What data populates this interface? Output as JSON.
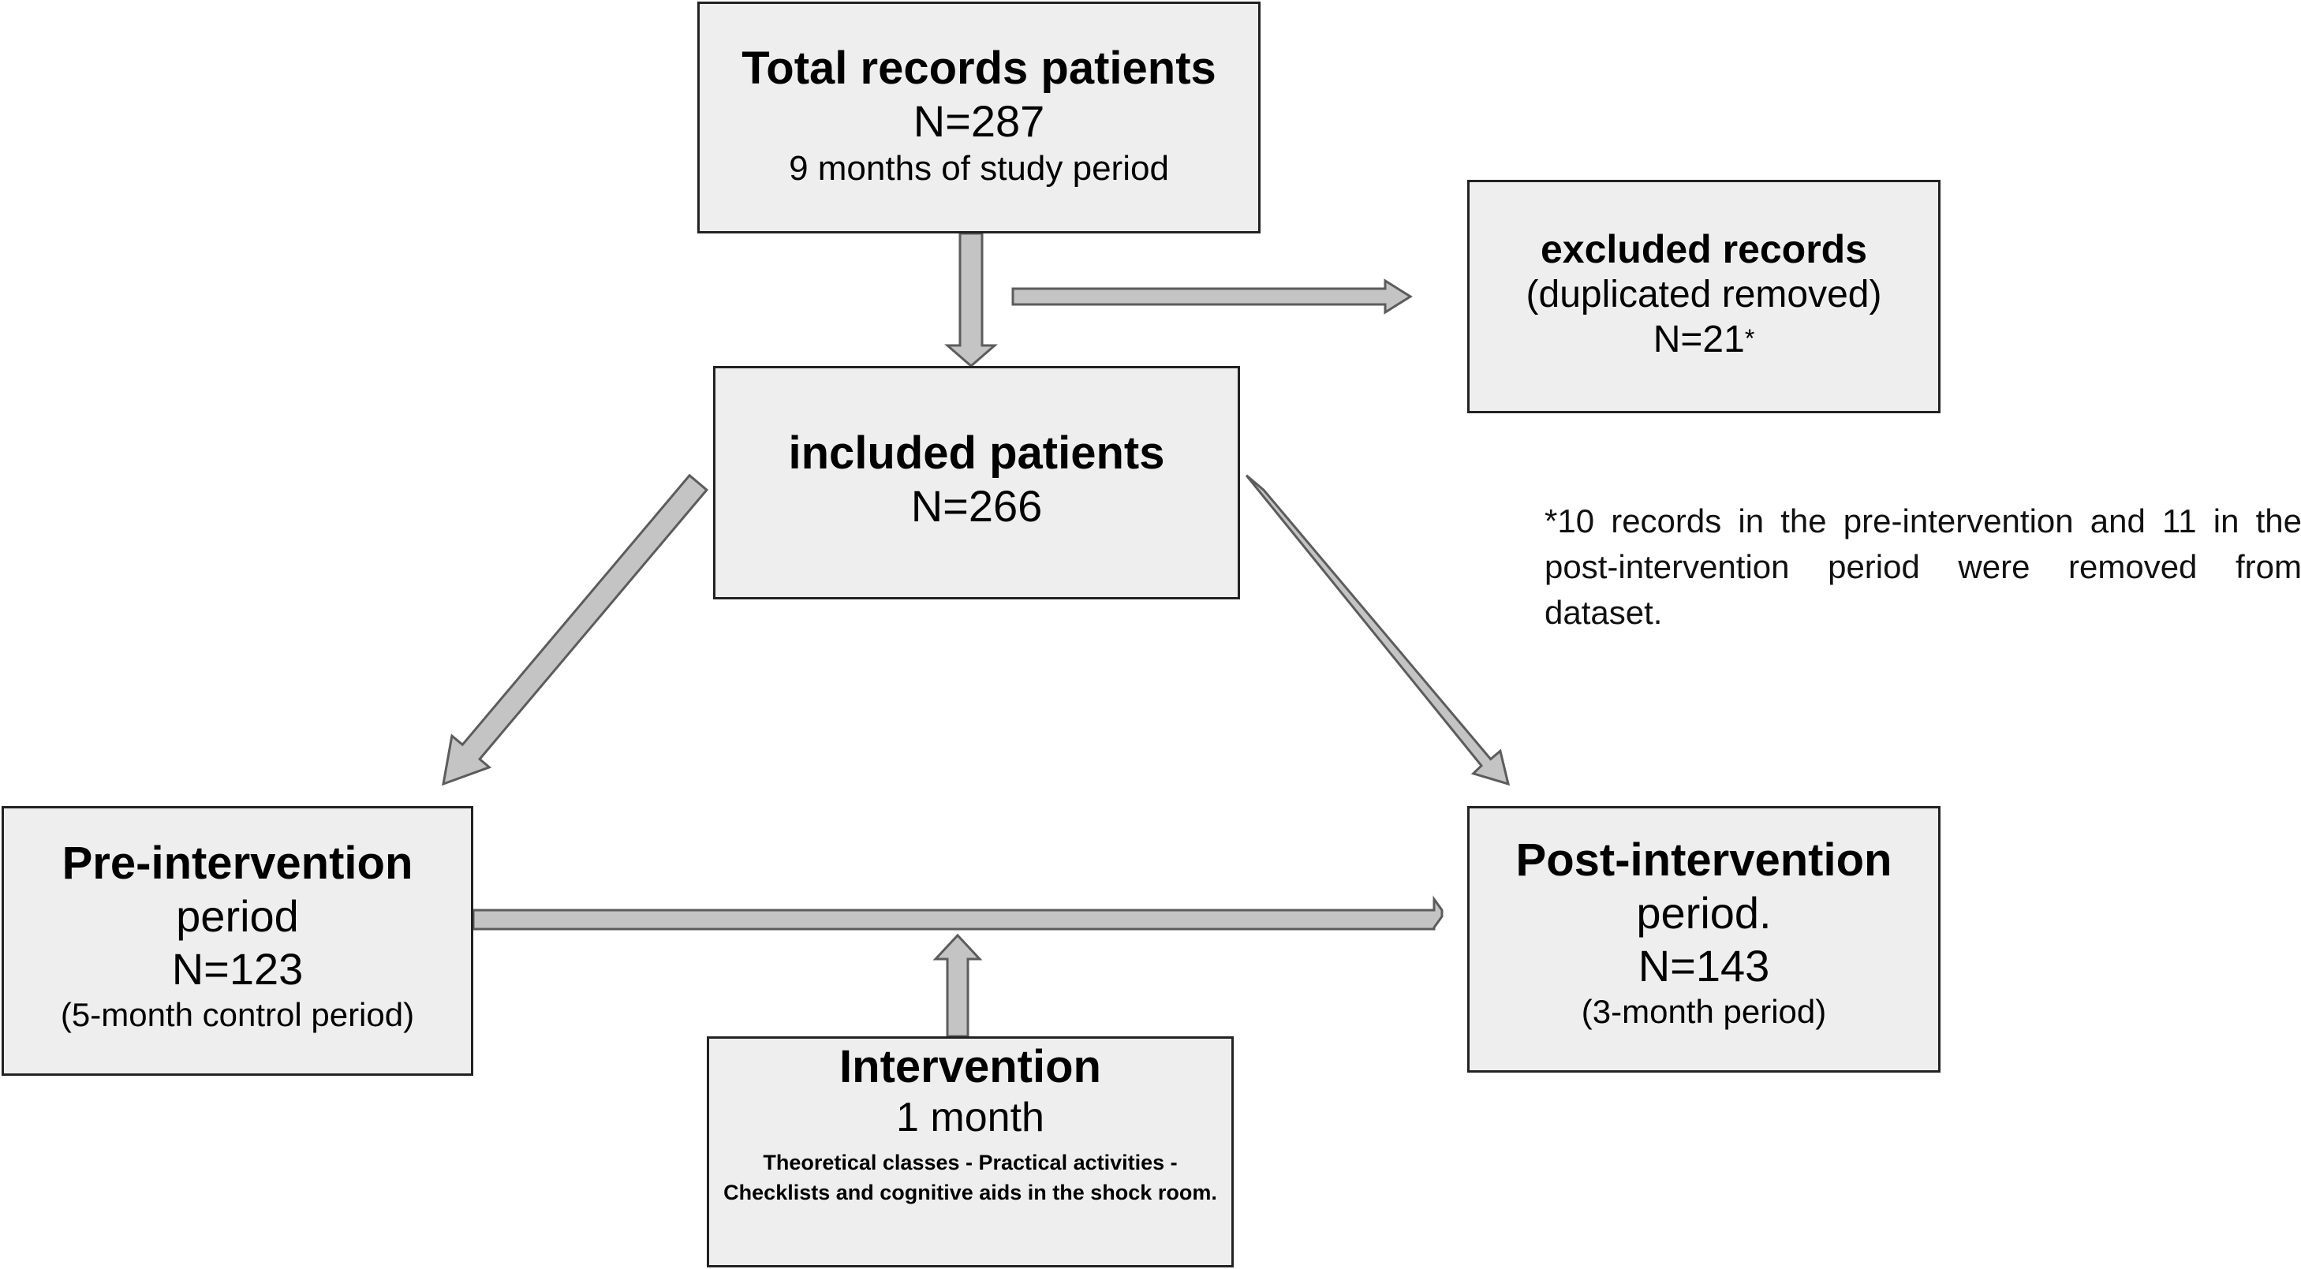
{
  "boxes": {
    "total": {
      "title": "Total records patients",
      "count": "N=287",
      "note": "9 months of study period"
    },
    "excluded": {
      "title": "excluded records",
      "note": "(duplicated removed)",
      "count": "N=21",
      "mark": "*"
    },
    "included": {
      "title": "included patients",
      "count": "N=266"
    },
    "pre": {
      "title": "Pre-intervention",
      "subtitle": "period",
      "count": "N=123",
      "note": "(5-month control period)"
    },
    "post": {
      "title": "Post-intervention",
      "subtitle": "period.",
      "count": "N=143",
      "note": "(3-month period)"
    },
    "intervention": {
      "title": "Intervention",
      "duration": "1 month",
      "details": "Theoretical classes - Practical activities - Checklists and cognitive aids in the shock room."
    }
  },
  "footnote": "*10 records in the pre-intervention and 11 in the post-intervention period were removed from dataset.",
  "colors": {
    "box_fill": "#eeeeee",
    "box_border": "#222222",
    "arrow_fill": "#c4c4c4",
    "arrow_stroke": "#5c5c5c"
  }
}
